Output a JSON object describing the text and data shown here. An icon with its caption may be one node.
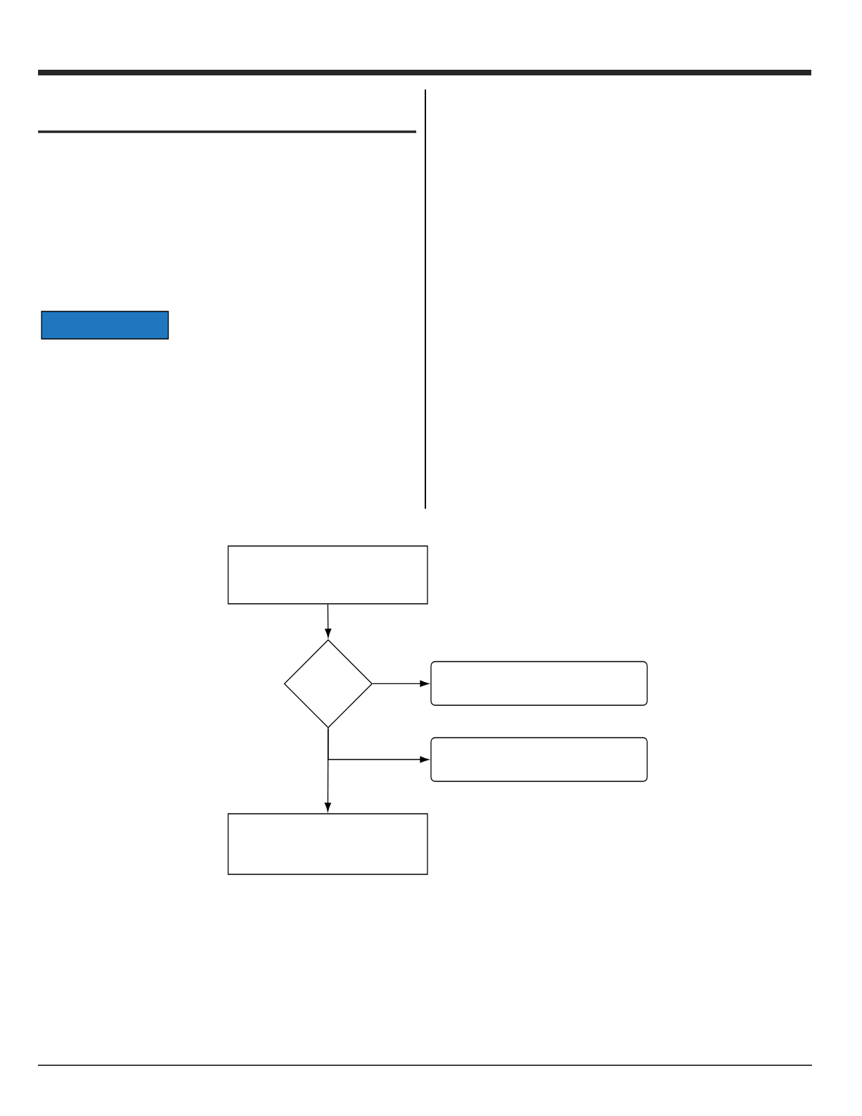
{
  "diagram": {
    "nodes": [
      {
        "text": [],
        "shape": "bar"
      },
      {
        "text": [],
        "shape": "box"
      },
      {
        "text": [],
        "shape": "diamond"
      },
      {
        "text": [],
        "shape": "box"
      },
      {
        "text": [],
        "shape": "box"
      },
      {
        "text": [],
        "shape": "box"
      }
    ],
    "edges": [
      {
        "from": 1,
        "to": 2,
        "arrow": "to"
      },
      {
        "from": 2,
        "to": 3,
        "arrow": "to"
      },
      {
        "from": 2,
        "to": 4,
        "arrow": "to"
      },
      {
        "from": 2,
        "to": 5,
        "arrow": "to"
      }
    ]
  }
}
